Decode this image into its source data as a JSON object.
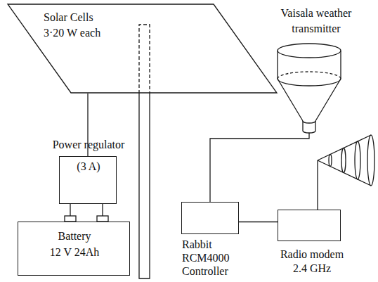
{
  "diagram": {
    "nodes": [
      {
        "text": [
          "Solar Cells",
          "3·20 W each"
        ]
      },
      {
        "text": [
          "Vaisala weather transmitter"
        ]
      },
      {
        "text": [
          "Power regulator",
          "(3 A)"
        ]
      },
      {
        "text": [
          "Battery",
          "12 V 24Ah"
        ]
      },
      {
        "text": [
          "Rabbit RCM4000 Controller"
        ]
      },
      {
        "text": [
          "Radio modem",
          "2.4 GHz"
        ]
      }
    ],
    "edges": [
      {
        "from": 0,
        "to": 2,
        "arrow": "none"
      },
      {
        "from": 2,
        "to": 3,
        "arrow": "none"
      },
      {
        "from": 2,
        "to": 3,
        "arrow": "none"
      },
      {
        "from": 1,
        "to": 4,
        "arrow": "none"
      },
      {
        "from": 4,
        "to": 5,
        "arrow": "none"
      }
    ]
  }
}
